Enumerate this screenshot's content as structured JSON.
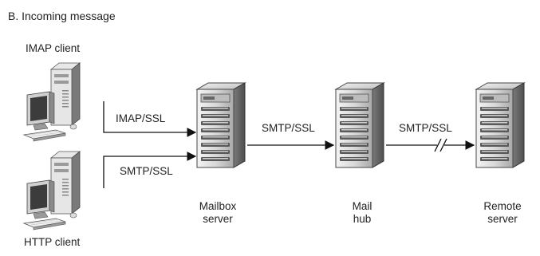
{
  "figure": {
    "title": "B. Incoming message"
  },
  "nodes": {
    "imap_client": {
      "label": "IMAP client"
    },
    "http_client": {
      "label": "HTTP client"
    },
    "mailbox_server": {
      "line1": "Mailbox",
      "line2": "server"
    },
    "mail_hub": {
      "line1": "Mail",
      "line2": "hub"
    },
    "remote_server": {
      "line1": "Remote",
      "line2": "server"
    }
  },
  "edges": {
    "imap_to_mailbox": {
      "label": "IMAP/SSL"
    },
    "http_to_mailbox": {
      "label": "SMTP/SSL"
    },
    "mailbox_to_hub": {
      "label": "SMTP/SSL"
    },
    "hub_to_remote": {
      "label": "SMTP/SSL",
      "broken": true
    }
  }
}
